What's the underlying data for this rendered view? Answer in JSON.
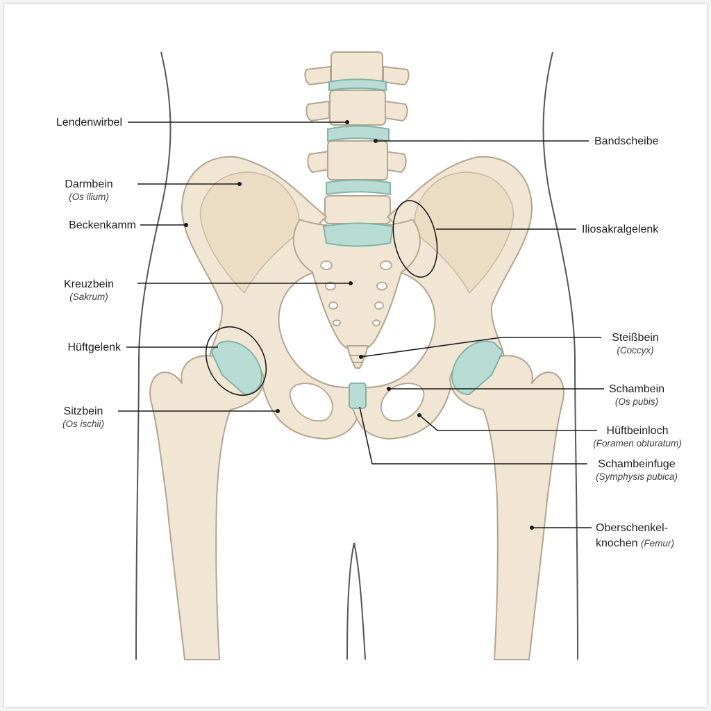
{
  "colors": {
    "bone_fill": "#f1e6d4",
    "bone_stroke": "#b3a48e",
    "cartilage": "#b8dcd3",
    "cartilage_stroke": "#7fb3a6",
    "leader": "#1a1a1a",
    "body_outline": "#555555",
    "foramen": "#ffffff"
  },
  "labels": {
    "lendenwirbel": {
      "name": "Lendenwirbel"
    },
    "darmbein": {
      "name": "Darmbein",
      "latin": "(Os ilium)"
    },
    "beckenkamm": {
      "name": "Beckenkamm"
    },
    "kreuzbein": {
      "name": "Kreuzbein",
      "latin": "(Sakrum)"
    },
    "hueftgelenk": {
      "name": "Hüftgelenk"
    },
    "sitzbein": {
      "name": "Sitzbein",
      "latin": "(Os ischii)"
    },
    "bandscheibe": {
      "name": "Bandscheibe"
    },
    "iliosakralgelenk": {
      "name": "Iliosakralgelenk"
    },
    "steissbein": {
      "name": "Steißbein",
      "latin": "(Coccyx)"
    },
    "schambein": {
      "name": "Schambein",
      "latin": "(Os pubis)"
    },
    "hueftbeinloch": {
      "name": "Hüftbeinloch",
      "latin": "(Foramen obturatum)"
    },
    "schambeinfuge": {
      "name": "Schambeinfuge",
      "latin": "(Symphysis pubica)"
    },
    "oberschenkel": {
      "name_line1": "Oberschenkel-",
      "name_line2": "knochen",
      "latin": "(Femur)"
    }
  }
}
